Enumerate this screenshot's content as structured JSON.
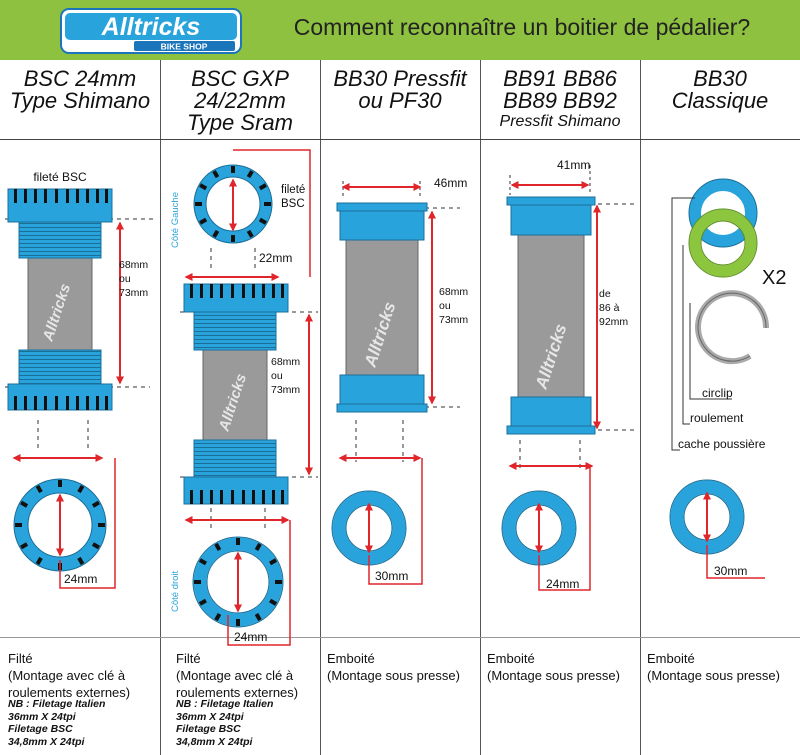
{
  "header": {
    "logo_text": "Alltricks",
    "logo_sub": "BIKE SHOP",
    "title": "Comment reconnaître un boitier de pédalier?"
  },
  "colors": {
    "header_green": "#8dc13f",
    "cup_blue": "#29a3dc",
    "tube_grey": "#9a9a9a",
    "arrow_red": "#e0262b",
    "seal_green": "#8cc63f",
    "circlip_grey": "#aaaaaa"
  },
  "columns": [
    {
      "title_line1": "BSC 24mm",
      "title_line2": "Type Shimano",
      "label_threaded": "fileté BSC",
      "dim_length": [
        "68mm",
        "ou",
        "73mm"
      ],
      "dim_diameter": "24mm",
      "description": [
        "Filté",
        "(Montage avec clé à",
        "roulements externes)"
      ],
      "note": [
        "NB : Filetage Italien",
        "36mm X 24tpi",
        "Filetage BSC",
        "34,8mm X 24tpi"
      ]
    },
    {
      "title_line1": "BSC GXP",
      "title_line2": "24/22mm",
      "title_line3": "Type Sram",
      "side_left": "Côté Gauche",
      "side_right": "Côté droit",
      "label_threaded": [
        "fileté",
        "BSC"
      ],
      "dim_top": "22mm",
      "dim_length": [
        "68mm",
        "ou",
        "73mm"
      ],
      "dim_diameter": "24mm",
      "description": [
        "Filté",
        "(Montage avec clé à",
        "roulements externes)"
      ],
      "note": [
        "NB : Filetage Italien",
        "36mm X 24tpi",
        "Filetage BSC",
        "34,8mm X 24tpi"
      ]
    },
    {
      "title_line1": "BB30 Pressfit",
      "title_line2": "ou PF30",
      "dim_top": "46mm",
      "dim_length": [
        "68mm",
        "ou",
        "73mm"
      ],
      "dim_diameter": "30mm",
      "description": [
        "Emboité",
        "(Montage sous presse)"
      ]
    },
    {
      "title_line1": "BB91 BB86",
      "title_line2": "BB89 BB92",
      "title_sub": "Pressfit Shimano",
      "dim_top": "41mm",
      "dim_length": [
        "de",
        "86 à",
        "92mm"
      ],
      "dim_diameter": "24mm",
      "description": [
        "Emboité",
        "(Montage sous presse)"
      ]
    },
    {
      "title_line1": "BB30",
      "title_line2": "Classique",
      "multiplier": "X2",
      "labels": [
        "circlip",
        "roulement",
        "cache poussière"
      ],
      "dim_diameter": "30mm",
      "description": [
        "Emboité",
        "(Montage sous presse)"
      ]
    }
  ],
  "tube_brand": "Alltricks"
}
